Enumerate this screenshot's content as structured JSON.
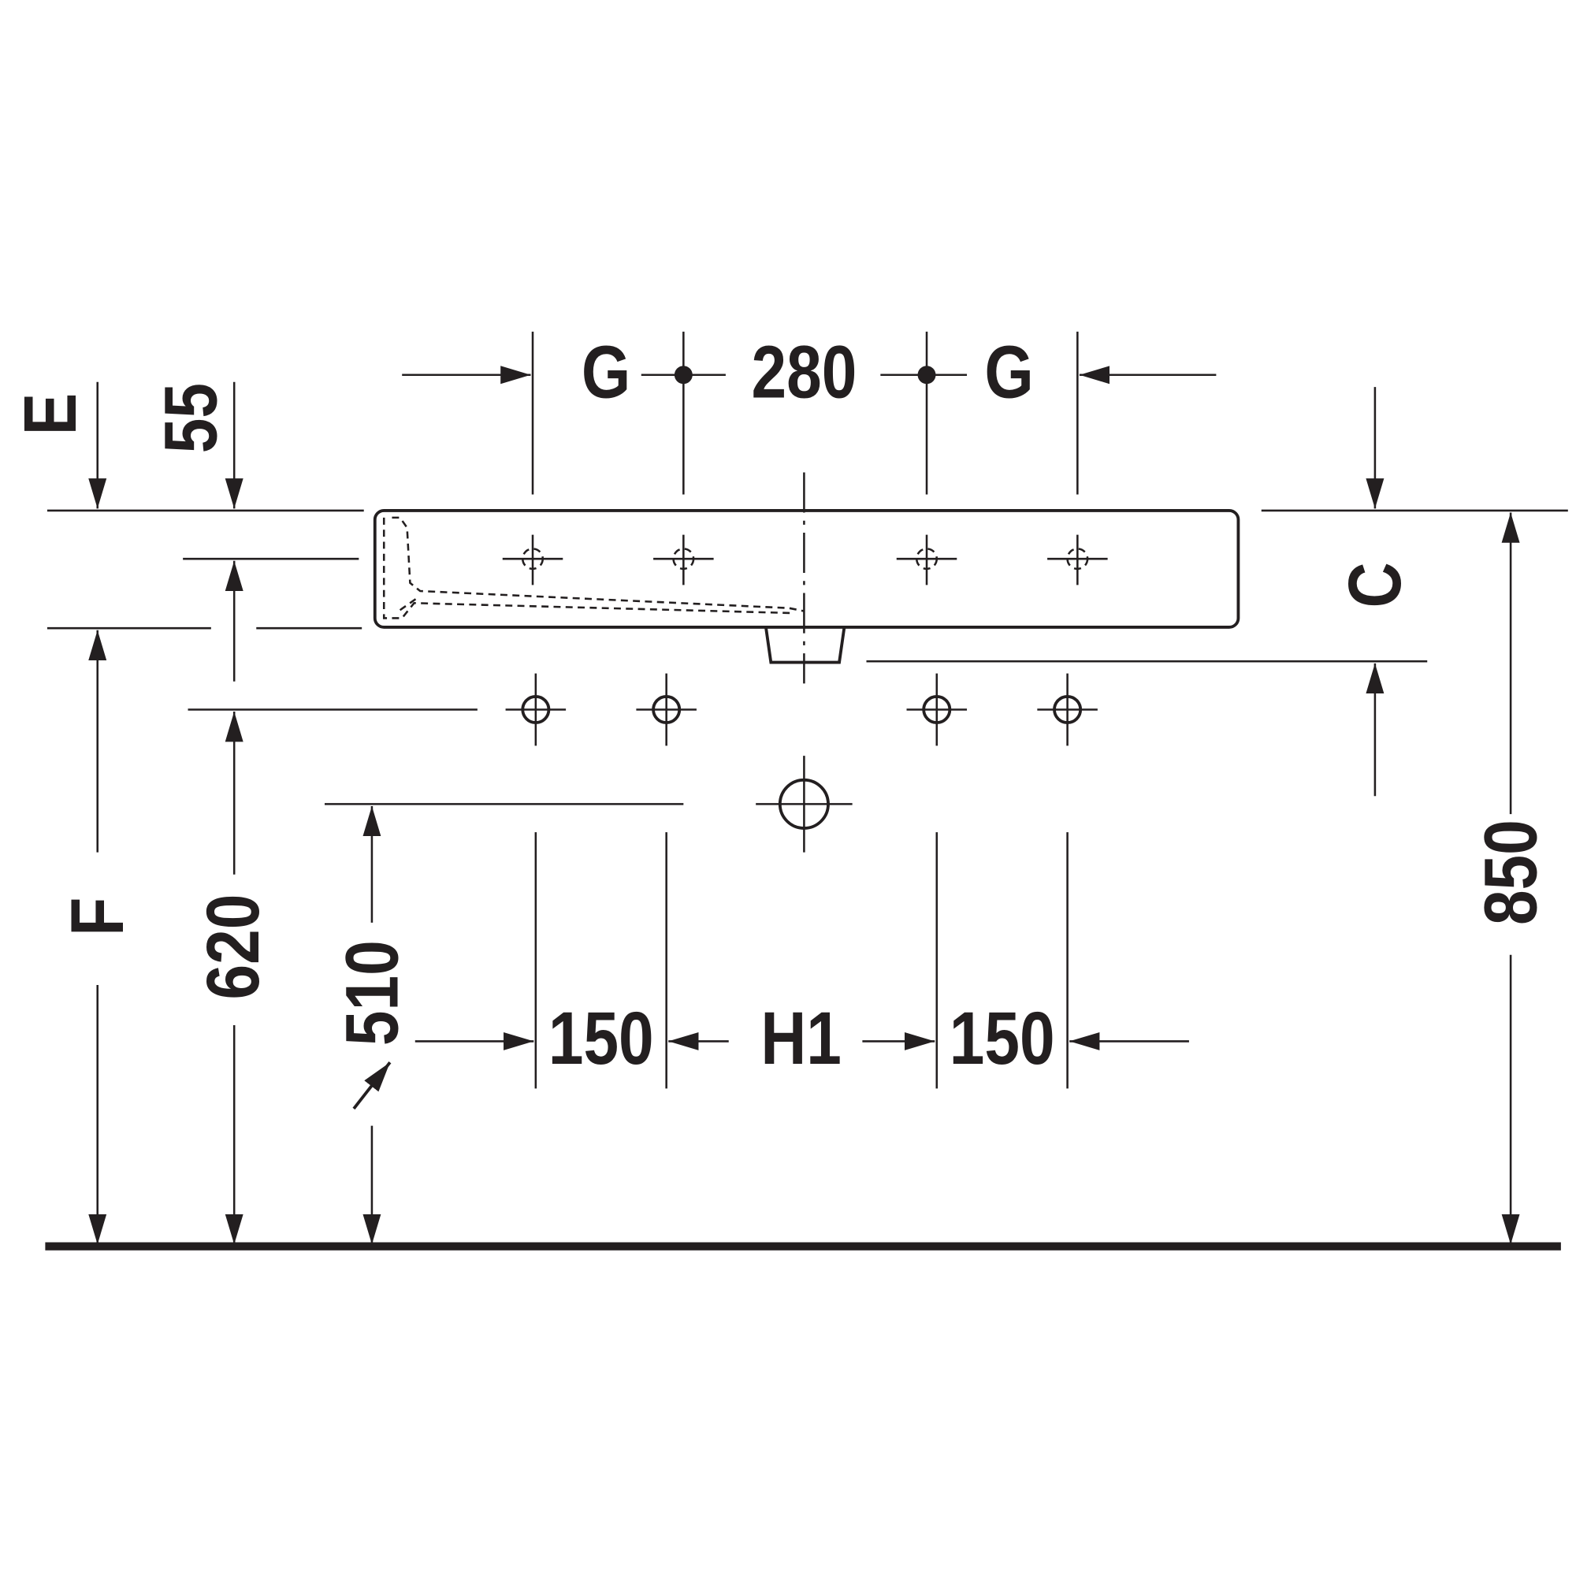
{
  "drawing": {
    "labels": {
      "g_left": "G",
      "spacing_top": "280",
      "g_right": "G",
      "e": "E",
      "dim_55": "55",
      "c": "C",
      "f": "F",
      "dim_620": "620",
      "dim_510": "510",
      "dim_850": "850",
      "dim_150_left": "150",
      "h1": "H1",
      "dim_150_right": "150"
    },
    "colors": {
      "ink": "#231f20",
      "background": "#ffffff"
    }
  }
}
